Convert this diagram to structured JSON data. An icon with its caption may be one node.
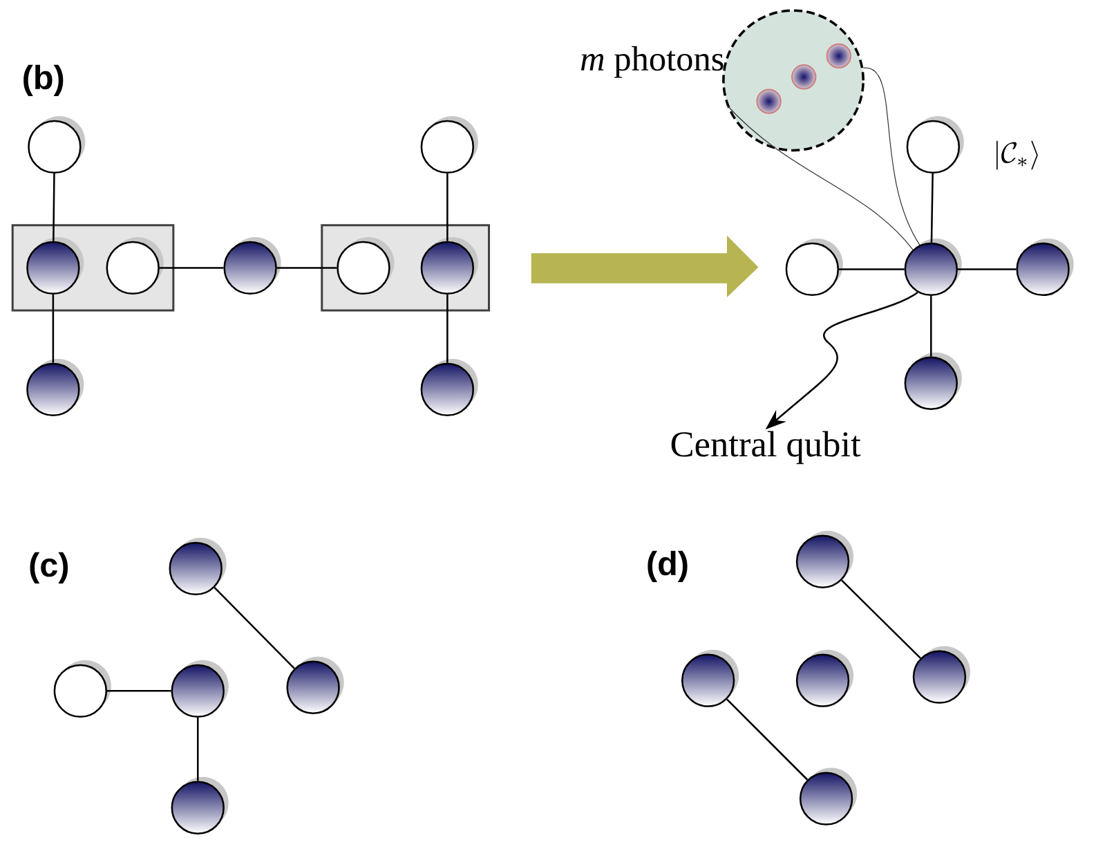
{
  "diagram": {
    "nodes": [
      {
        "text": [],
        "shape": "box"
      },
      {
        "text": [],
        "shape": "box"
      },
      {
        "text": [],
        "shape": "circle"
      },
      {
        "text": [],
        "shape": "circle",
        "in": 0
      },
      {
        "text": [],
        "shape": "circle",
        "in": 0
      },
      {
        "text": [],
        "shape": "circle"
      },
      {
        "text": [],
        "shape": "circle"
      },
      {
        "text": [],
        "shape": "circle"
      },
      {
        "text": [],
        "shape": "circle",
        "in": 1
      },
      {
        "text": [],
        "shape": "circle",
        "in": 1
      },
      {
        "text": [],
        "shape": "circle"
      },
      {
        "text": [
          "*m* photons"
        ]
      },
      {
        "text": [],
        "shape": "circle",
        "in": 11
      },
      {
        "text": [],
        "shape": "circle",
        "in": 11
      },
      {
        "text": [],
        "shape": "circle",
        "in": 11
      },
      {
        "text": [],
        "shape": "circle"
      },
      {
        "text": [],
        "shape": "circle"
      },
      {
        "text": [],
        "shape": "circle"
      },
      {
        "text": [],
        "shape": "circle"
      },
      {
        "text": [],
        "shape": "circle"
      },
      {
        "text": [
          "Central qubit"
        ]
      },
      {
        "text": [],
        "shape": "circle"
      },
      {
        "text": [],
        "shape": "circle"
      },
      {
        "text": [],
        "shape": "circle"
      },
      {
        "text": [],
        "shape": "circle"
      },
      {
        "text": [],
        "shape": "circle"
      },
      {
        "text": [],
        "shape": "circle"
      },
      {
        "text": [],
        "shape": "circle"
      },
      {
        "text": [],
        "shape": "circle"
      },
      {
        "text": [],
        "shape": "circle"
      },
      {
        "text": [],
        "shape": "circle"
      }
    ],
    "edges": [
      {
        "from": 2,
        "to": 3,
        "arrow": "none"
      },
      {
        "from": 3,
        "to": 5,
        "arrow": "none"
      },
      {
        "from": 4,
        "to": 6,
        "arrow": "none"
      },
      {
        "from": 6,
        "to": 8,
        "arrow": "none"
      },
      {
        "from": 7,
        "to": 9,
        "arrow": "none"
      },
      {
        "from": 9,
        "to": 10,
        "arrow": "none"
      },
      {
        "from": 11,
        "to": 17,
        "arrow": "none"
      },
      {
        "from": 11,
        "to": 17,
        "arrow": "none"
      },
      {
        "from": 15,
        "to": 17,
        "arrow": "none"
      },
      {
        "from": 16,
        "to": 17,
        "arrow": "none"
      },
      {
        "from": 17,
        "to": 18,
        "arrow": "none"
      },
      {
        "from": 17,
        "to": 19,
        "arrow": "none"
      },
      {
        "from": 17,
        "to": 20,
        "arrow": "to"
      },
      {
        "from": 21,
        "to": 24,
        "arrow": "none"
      },
      {
        "from": 22,
        "to": 23,
        "arrow": "none"
      },
      {
        "from": 23,
        "to": 25,
        "arrow": "none"
      },
      {
        "from": 26,
        "to": 29,
        "arrow": "none"
      },
      {
        "from": 27,
        "to": 30,
        "arrow": "none"
      }
    ],
    "labels": [
      "(b)",
      "|\\mathcal{C}_*\\rangle",
      "(c)",
      "(d)"
    ]
  }
}
